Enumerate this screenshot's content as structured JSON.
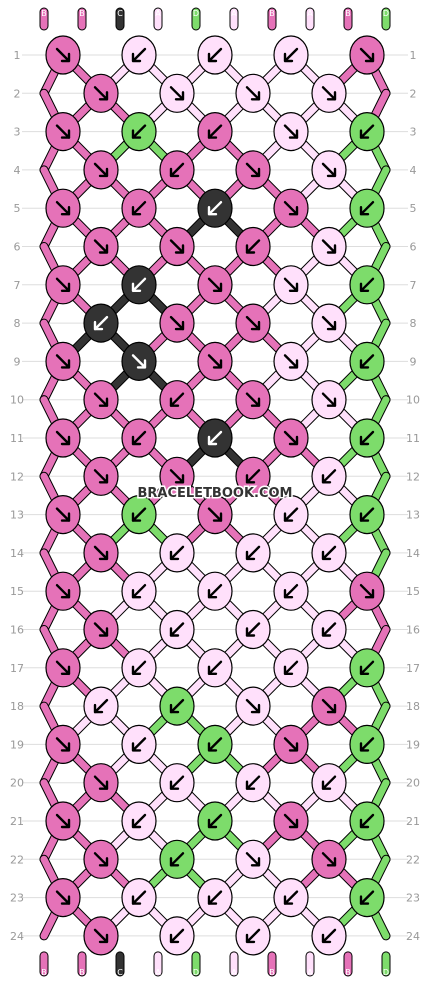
{
  "colors": {
    "A": "#ffe0fb",
    "B": "#e572b8",
    "C": "#333333",
    "D": "#7ddc6b",
    "grid": "#dddddd",
    "outline": "#000000",
    "text": "#999999"
  },
  "strands": {
    "top": [
      "B",
      "B",
      "C",
      "A",
      "D",
      "A",
      "B",
      "A",
      "B",
      "D"
    ],
    "bottom": [
      "B",
      "B",
      "C",
      "A",
      "D",
      "A",
      "B",
      "A",
      "B",
      "D"
    ]
  },
  "row_numbers": [
    "1",
    "2",
    "3",
    "4",
    "5",
    "6",
    "7",
    "8",
    "9",
    "10",
    "11",
    "12",
    "13",
    "14",
    "15",
    "16",
    "17",
    "18",
    "19",
    "20",
    "21",
    "22",
    "23",
    "24"
  ],
  "watermark": "BRACELETBOOK.COM",
  "knots": [
    [
      "B:br",
      "A:bl",
      "A:bl",
      "A:bl",
      "B:br"
    ],
    [
      "B:br",
      "A:br",
      "A:br",
      "A:br"
    ],
    [
      "B:br",
      "D:bl",
      "B:bl",
      "A:br",
      "D:bl"
    ],
    [
      "B:br",
      "B:bl",
      "B:br",
      "A:br"
    ],
    [
      "B:br",
      "B:bl",
      "C:bl",
      "B:br",
      "D:bl"
    ],
    [
      "B:br",
      "B:br",
      "B:bl",
      "A:br"
    ],
    [
      "B:br",
      "C:bl",
      "B:br",
      "A:br",
      "D:bl"
    ],
    [
      "C:bl",
      "B:br",
      "B:br",
      "A:br"
    ],
    [
      "B:br",
      "C:br",
      "B:br",
      "A:br",
      "D:bl"
    ],
    [
      "B:br",
      "B:bl",
      "B:br",
      "A:br"
    ],
    [
      "B:br",
      "B:bl",
      "C:bl",
      "B:br",
      "D:bl"
    ],
    [
      "B:br",
      "B:br",
      "B:bl",
      "A:bl"
    ],
    [
      "B:br",
      "D:bl",
      "B:br",
      "A:bl",
      "D:bl"
    ],
    [
      "B:br",
      "A:bl",
      "A:bl",
      "A:bl"
    ],
    [
      "B:br",
      "A:bl",
      "A:bl",
      "A:bl",
      "B:br"
    ],
    [
      "B:br",
      "A:bl",
      "A:bl",
      "A:bl"
    ],
    [
      "B:br",
      "A:bl",
      "A:bl",
      "A:bl",
      "D:bl"
    ],
    [
      "A:bl",
      "D:bl",
      "A:br",
      "B:br"
    ],
    [
      "B:br",
      "A:bl",
      "D:bl",
      "B:br",
      "D:bl"
    ],
    [
      "B:br",
      "A:bl",
      "A:bl",
      "A:bl"
    ],
    [
      "B:br",
      "A:bl",
      "D:bl",
      "B:br",
      "D:bl"
    ],
    [
      "B:br",
      "D:bl",
      "A:br",
      "B:br"
    ],
    [
      "B:br",
      "A:bl",
      "A:bl",
      "A:bl",
      "D:bl"
    ],
    [
      "B:br",
      "A:bl",
      "A:bl",
      "A:bl"
    ]
  ]
}
